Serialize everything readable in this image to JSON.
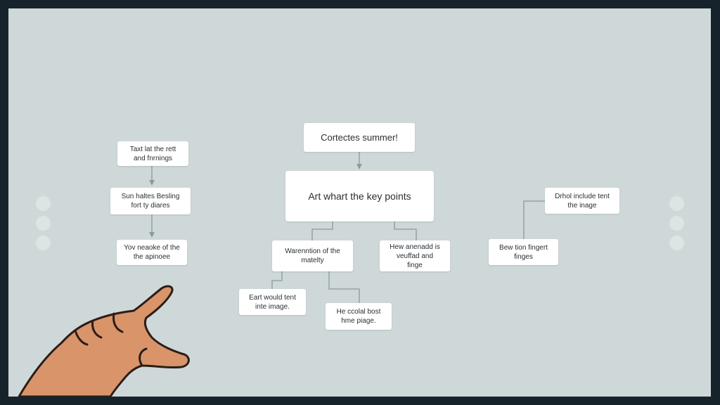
{
  "diagram": {
    "colors": {
      "background": "#cfd8d9",
      "frame": "#17232b",
      "node": "#ffffff",
      "line": "#8c989a",
      "skin": "#d9946a"
    },
    "nodes": {
      "root": "Cortectes summer!",
      "key_points": "Art whart the key points",
      "left_1": "Taxt lat the rett\nand fnrnings",
      "left_2": "Sun haltes Besling\nfort ty diares",
      "left_3": "Yov neaoke of the\nthe apinoee",
      "center_left": "Warenntion of the\nmatelty",
      "center_right": "Hew anenadd is\nveuffad and\nfinge",
      "bottom_left": "Eart would tent\ninte image.",
      "bottom_right": "He ccolal bost\nhme piage.",
      "right_1": "Drhol include tent\nthe inage",
      "right_2": "Bew tion fingert\nfinges"
    },
    "decor_icons": [
      "pointing-hand-icon",
      "scroll-dots-left-icon",
      "scroll-dots-right-icon"
    ]
  }
}
